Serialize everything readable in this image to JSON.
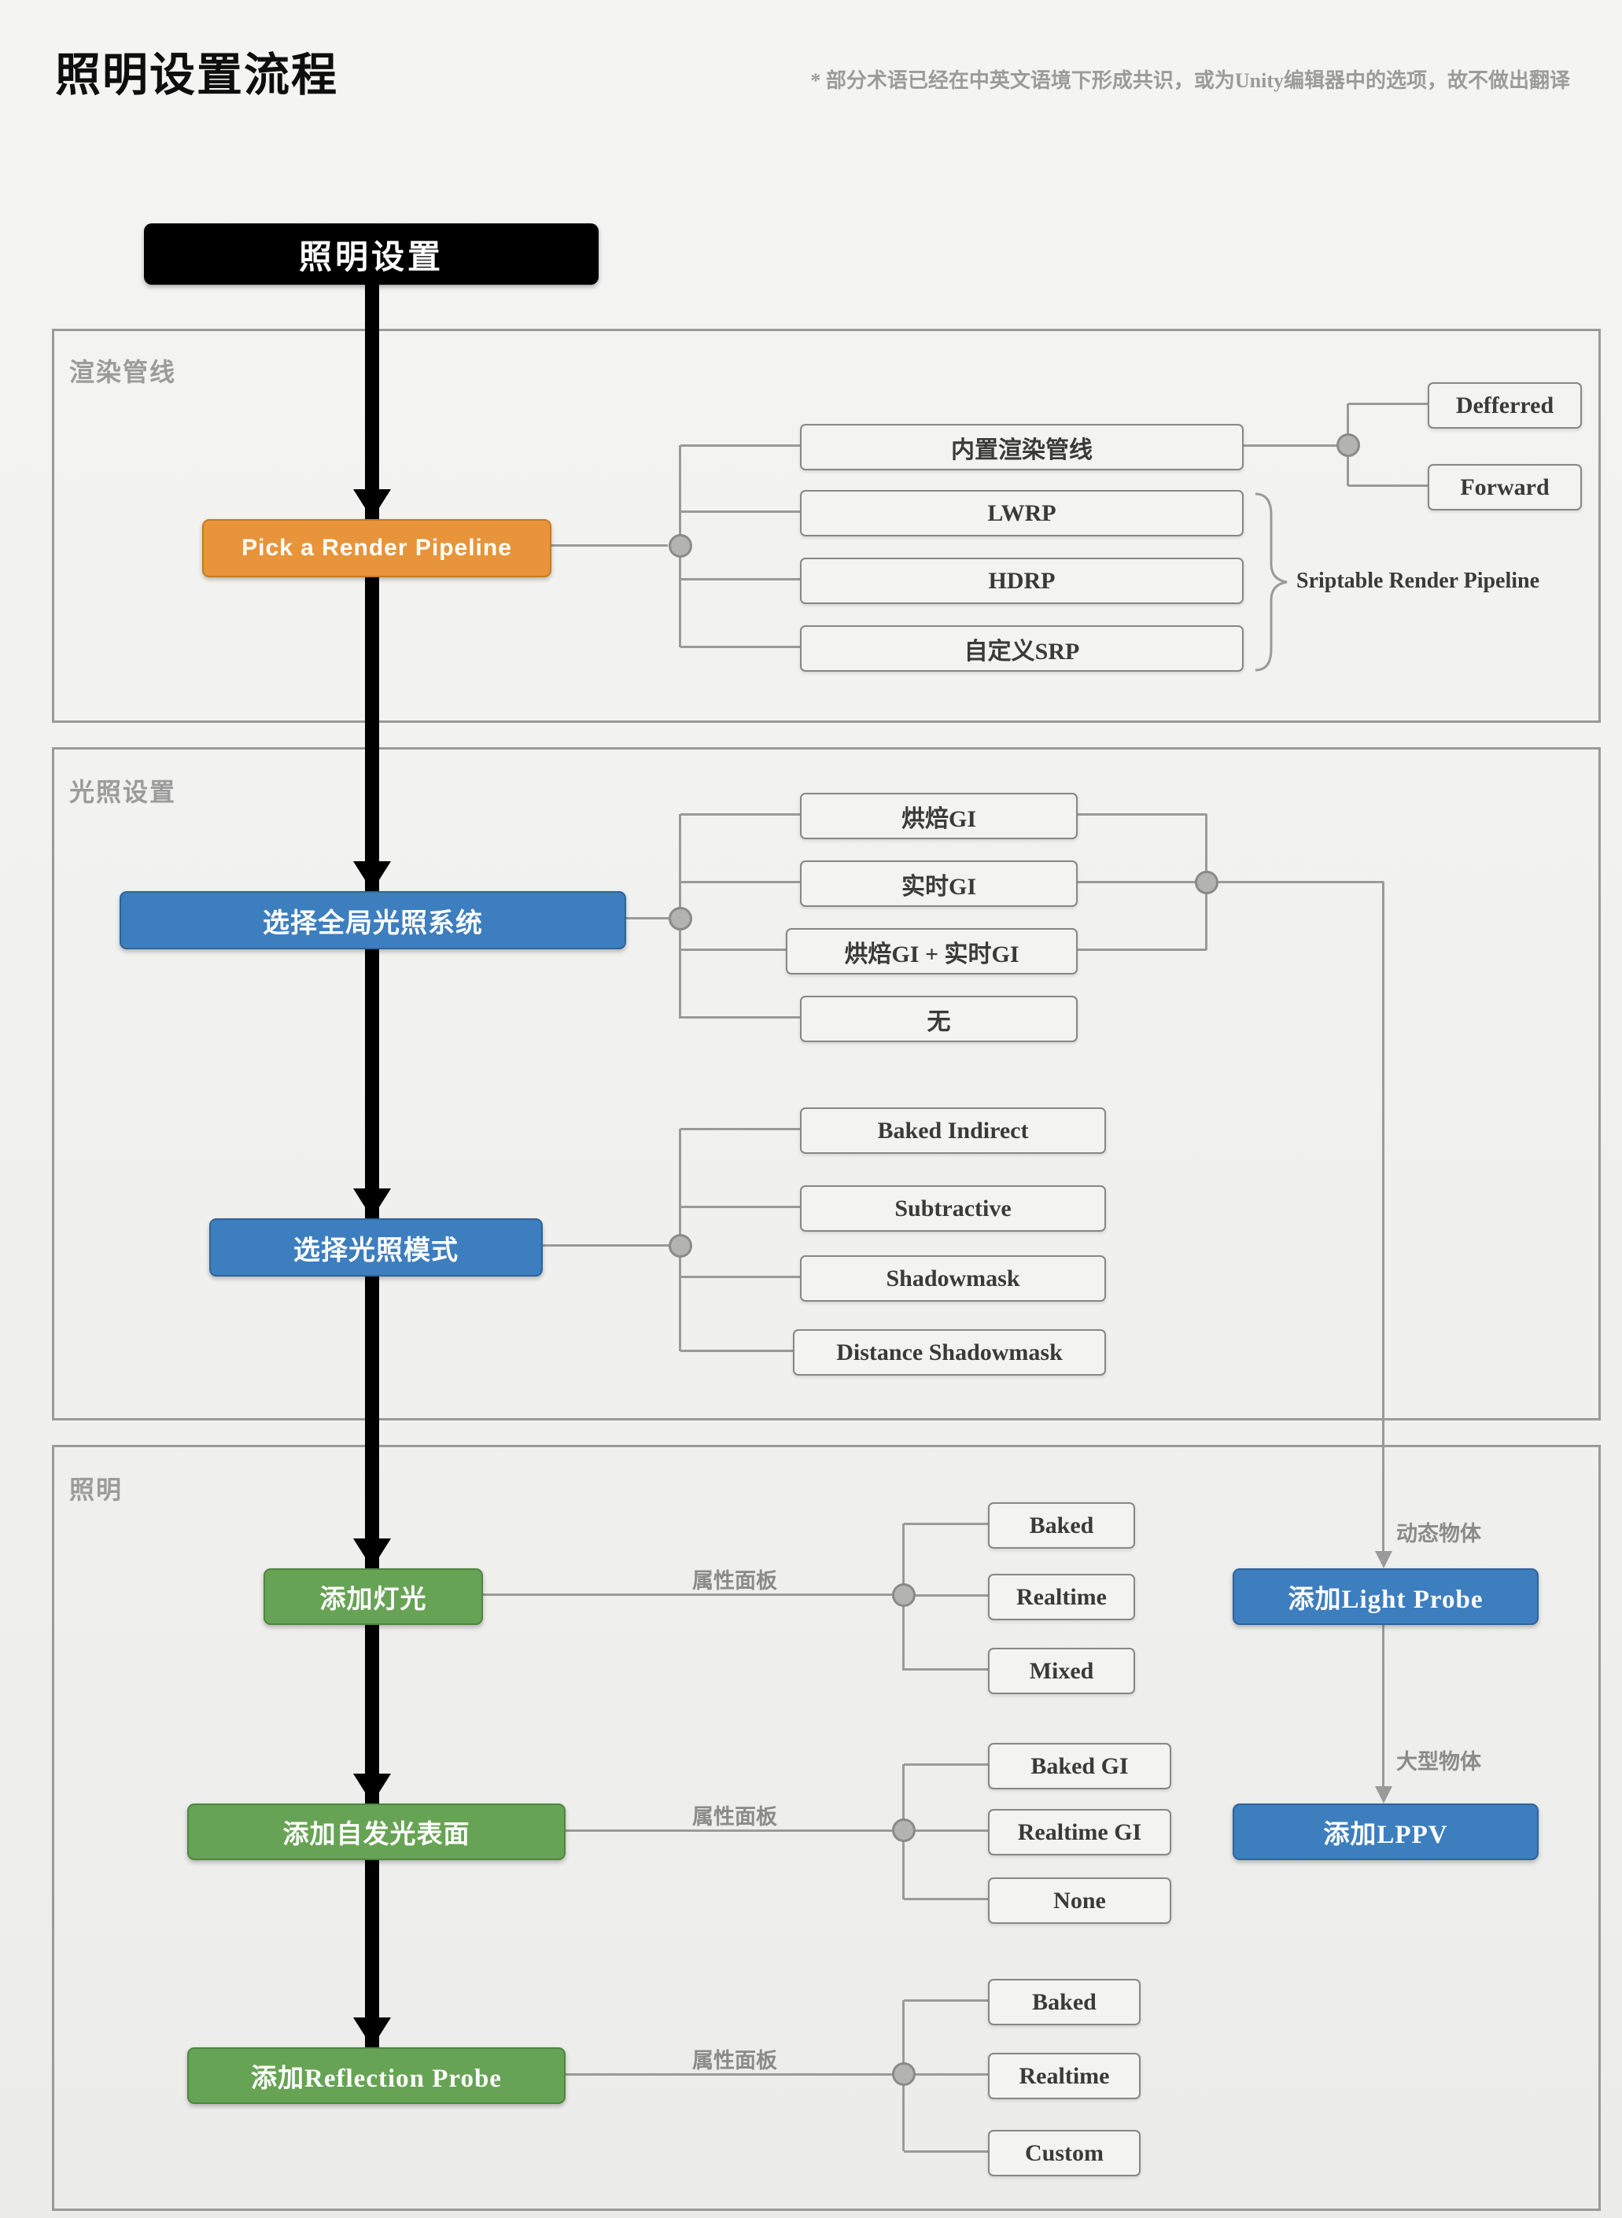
{
  "page": {
    "title": "照明设置流程",
    "note": "* 部分术语已经在中英文语境下形成共识，或为Unity编辑器中的选项，故不做出翻译",
    "root_label": "照明设置"
  },
  "colors": {
    "orange": "#E8943A",
    "blue": "#3D7EBF",
    "green": "#67A355",
    "box_fill": "#f3f3f1",
    "connector": "#9a9a9a",
    "background": "#f1f1ef"
  },
  "render_pipeline": {
    "section_label": "渲染管线",
    "main": "Pick a Render Pipeline",
    "options": [
      "内置渲染管线",
      "LWRP",
      "HDRP",
      "自定义SRP"
    ],
    "builtin_modes": [
      "Defferred",
      "Forward"
    ],
    "bracket_label": "Sriptable Render Pipeline"
  },
  "lighting_settings": {
    "section_label": "光照设置",
    "gi_main": "选择全局光照系统",
    "gi_options": [
      "烘焙GI",
      "实时GI",
      "烘焙GI + 实时GI",
      "无"
    ],
    "mode_main": "选择光照模式",
    "mode_options": [
      "Baked Indirect",
      "Subtractive",
      "Shadowmask",
      "Distance Shadowmask"
    ]
  },
  "lighting": {
    "section_label": "照明",
    "panel_label": "属性面板",
    "lights_main": "添加灯光",
    "lights_options": [
      "Baked",
      "Realtime",
      "Mixed"
    ],
    "emissive_main": "添加自发光表面",
    "emissive_options": [
      "Baked GI",
      "Realtime GI",
      "None"
    ],
    "reflection_main": "添加Reflection Probe",
    "reflection_options": [
      "Baked",
      "Realtime",
      "Custom"
    ],
    "dynamic_objects_label": "动态物体",
    "large_objects_label": "大型物体",
    "light_probe_main": "添加Light Probe",
    "lppv_main": "添加LPPV"
  }
}
